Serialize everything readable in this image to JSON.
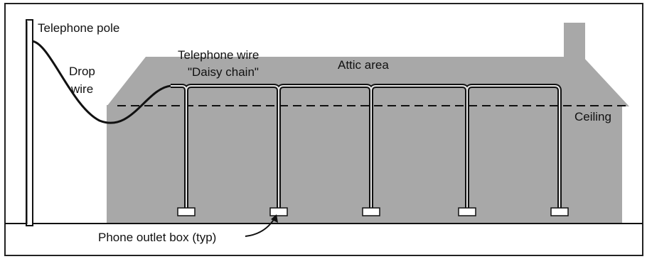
{
  "labels": {
    "telephone_pole": "Telephone pole",
    "drop_wire_line1": "Drop",
    "drop_wire_line2": "wire",
    "telephone_wire": "Telephone wire",
    "daisy_chain": "\"Daisy chain\"",
    "attic_area": "Attic area",
    "ceiling": "Ceiling",
    "phone_outlet_box": "Phone outlet box (typ)"
  },
  "colors": {
    "house_fill": "#a8a8a8",
    "line": "#111111",
    "frame": "#222222"
  }
}
